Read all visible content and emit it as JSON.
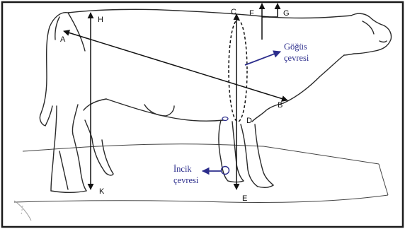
{
  "figure": {
    "points": {
      "A": "A",
      "B": "B",
      "C": "C",
      "D": "D",
      "E": "E",
      "F": "F",
      "G": "G",
      "H": "H",
      "K": "K"
    },
    "annotations": {
      "chest_line1": "Göğüs",
      "chest_line2": "çevresi",
      "shin_line1": "İncik",
      "shin_line2": "çevresi"
    },
    "colors": {
      "frame": "#1a1a1a",
      "outline": "#2a2a2a",
      "measure": "#111111",
      "annotation": "#2c2d8c"
    }
  }
}
